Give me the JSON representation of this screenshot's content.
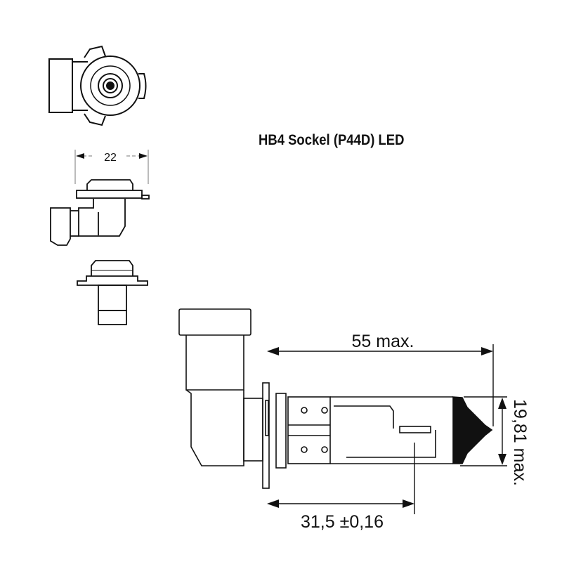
{
  "title": "HB4 Sockel (P44D) LED",
  "dimensions": {
    "width_top": "22",
    "length": "55 max.",
    "diameter": "19,81 max.",
    "light_center": "31,5 ±0,16"
  },
  "colors": {
    "line": "#111111",
    "dim_light": "#777777"
  }
}
